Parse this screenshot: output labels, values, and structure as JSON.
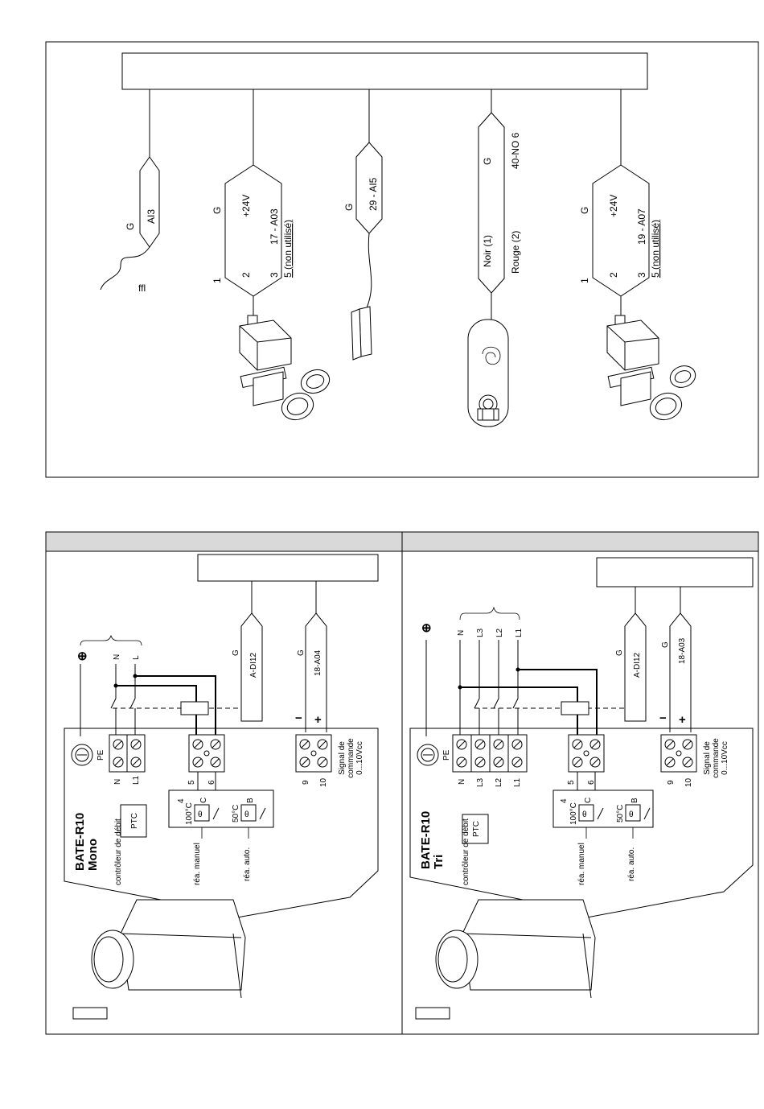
{
  "top_panel": {
    "controller_box_label": "",
    "ai3": {
      "ground": "G",
      "signal": "AI3",
      "symbol": "ffl"
    },
    "valve1": {
      "ground": "G",
      "supply": "+24V",
      "pins": [
        "1",
        "2",
        "3",
        "5"
      ],
      "signal": "17 - A03",
      "unused": "5 (non utilisé)"
    },
    "sensor": {
      "ground": "G",
      "signal": "29 - AI5"
    },
    "pump": {
      "ground": "G",
      "signal": "40-NO 6",
      "wire1": "Noir (1)",
      "wire2": "Rouge (2)"
    },
    "valve2": {
      "ground": "G",
      "supply": "+24V",
      "pins": [
        "1",
        "2",
        "3",
        "5"
      ],
      "signal": "19 - A07",
      "unused": "5 (non utilisé)"
    }
  },
  "mono": {
    "header": "",
    "title": "BATE-R10",
    "subtitle": "Mono",
    "flow": "contrôleur de débit",
    "ptc": "PTC",
    "pe": "PE",
    "earth_symbol": "⊕",
    "lines": [
      "N",
      "L"
    ],
    "term_top": [
      "N",
      "L1"
    ],
    "rel_terms": [
      "5",
      "6"
    ],
    "sig_terms": [
      "9",
      "10"
    ],
    "minus": "−",
    "plus": "+",
    "signal_label": "Signal de commande 0...10Vcc",
    "di_ground": "G",
    "di_label": "A-DI12",
    "ao_ground": "G",
    "ao_label": "18-A04",
    "t1_temp": "100°C",
    "t1_letter": "C",
    "t1_num": "4",
    "t2_temp": "50°C",
    "t2_letter": "B",
    "theta": "θ",
    "rearm_manual": "réa. manuel",
    "rearm_auto": "réa. auto."
  },
  "tri": {
    "header": "",
    "title": "BATE-R10",
    "subtitle": "Tri",
    "flow": "contrôleur de débit",
    "ptc": "PTC",
    "pe": "PE",
    "earth_symbol": "⊕",
    "lines": [
      "N",
      "L3",
      "L2",
      "L1"
    ],
    "term_top": [
      "N",
      "L3",
      "L2",
      "L1"
    ],
    "rel_terms": [
      "5",
      "6"
    ],
    "sig_terms": [
      "9",
      "10"
    ],
    "minus": "−",
    "plus": "+",
    "signal_label": "Signal de commande 0...10Vcc",
    "di_ground": "G",
    "di_label": "A-DI12",
    "ao_ground": "G",
    "ao_label": "18-A03",
    "t1_temp": "100°C",
    "t1_letter": "C",
    "t1_num": "4",
    "t2_temp": "50°C",
    "t2_letter": "B",
    "theta": "θ",
    "rearm_manual": "réa. manuel",
    "rearm_auto": "réa. auto."
  }
}
